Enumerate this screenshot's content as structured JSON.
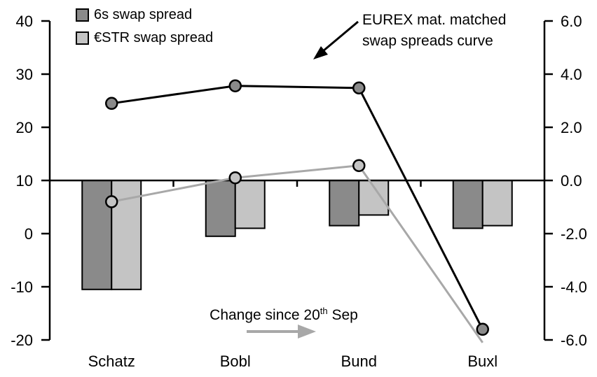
{
  "legend": {
    "items": [
      {
        "label": "6s swap spread",
        "color": "#8a8a8a"
      },
      {
        "label": "€STR swap spread",
        "color": "#c4c4c4"
      }
    ]
  },
  "annotation": {
    "line1": "EUREX mat. matched",
    "line2": "swap spreads curve"
  },
  "change_note": {
    "prefix": "Change since 20",
    "sup": "th",
    "suffix": " Sep"
  },
  "colors": {
    "dark_gray": "#8a8a8a",
    "light_gray": "#c4c4c4",
    "gray_line": "#a8a8a8",
    "black": "#000000"
  },
  "chart_data": {
    "type": "combo-bar-line",
    "categories": [
      "Schatz",
      "Bobl",
      "Bund",
      "Buxl"
    ],
    "bar_series": [
      {
        "name": "6s swap spread (change since 20th Sep, right axis)",
        "axis": "right",
        "color": "#8a8a8a",
        "values": [
          -4.1,
          -2.1,
          -1.7,
          -1.8
        ]
      },
      {
        "name": "€STR swap spread (change since 20th Sep, right axis)",
        "axis": "right",
        "color": "#c4c4c4",
        "values": [
          -4.1,
          -1.8,
          -1.3,
          -1.7
        ]
      }
    ],
    "line_series": [
      {
        "name": "6s EUREX mat. matched swap spreads curve",
        "axis": "left",
        "color": "#000000",
        "marker_fill": "#8a8a8a",
        "values": [
          24.5,
          27.8,
          27.4,
          -18.0
        ],
        "markers": [
          true,
          true,
          true,
          true
        ]
      },
      {
        "name": "€STR EUREX mat. matched swap spreads curve",
        "axis": "left",
        "color": "#a8a8a8",
        "marker_fill": "#c4c4c4",
        "values": [
          6.0,
          10.5,
          12.8,
          -20.5
        ],
        "markers": [
          true,
          true,
          true,
          false
        ]
      }
    ],
    "left_axis": {
      "min": -20,
      "max": 40,
      "ticks": [
        40,
        30,
        20,
        10,
        0,
        -10,
        -20
      ]
    },
    "right_axis": {
      "min": -6.0,
      "max": 6.0,
      "ticks": [
        "6.0",
        "4.0",
        "2.0",
        "0.0",
        "-2.0",
        "-4.0",
        "-6.0"
      ]
    },
    "baseline": {
      "left_value": 10,
      "right_value": 0.0
    },
    "grid": false,
    "legend_position": "top-left"
  }
}
